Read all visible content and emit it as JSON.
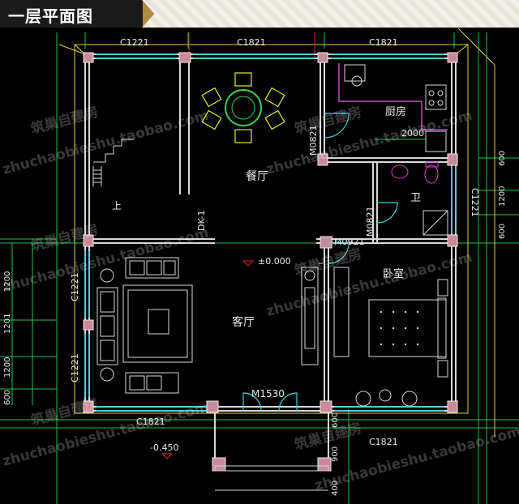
{
  "header": {
    "title": "一层平面图"
  },
  "colors": {
    "wall": "#d8d8d8",
    "window": "#29c9d8",
    "dim": "#22c24a",
    "axis": "#d62828",
    "door": "#39d0e0",
    "furniture": "#d8d8d8",
    "dining": "#e8f020",
    "dining_table": "#30d060",
    "kitchen_counter": "#c050c0",
    "bath": "#d040d0"
  },
  "rooms": {
    "kitchen": "厨房",
    "dining": "餐厅",
    "bath": "卫",
    "bedroom": "卧室",
    "living": "客厅",
    "stair": "上"
  },
  "window_tags": {
    "top_left": "C1221",
    "top_mid": "C1821",
    "top_right": "C1821",
    "bottom_left": "C1821",
    "bottom_right": "C1821",
    "left_upper": "C1221",
    "left_lower": "C1221",
    "right": "C1221"
  },
  "door_tags": {
    "kitchen": "M0821",
    "bath": "M0821",
    "bedroom": "M0921",
    "main": "M1530",
    "opening": "DK-1"
  },
  "levels": {
    "floor": "±0.000",
    "exterior": "-0.450"
  },
  "dimensions": {
    "kitchen_counter": "2000",
    "left": [
      "1200",
      "1201",
      "1200",
      "600"
    ],
    "right": [
      "600",
      "1200",
      "600"
    ],
    "bottom": [
      "600",
      "900",
      "400"
    ]
  },
  "watermarks": {
    "brand": "筑巢自建房",
    "url": "zhuchaobieshu.taobao.com"
  }
}
